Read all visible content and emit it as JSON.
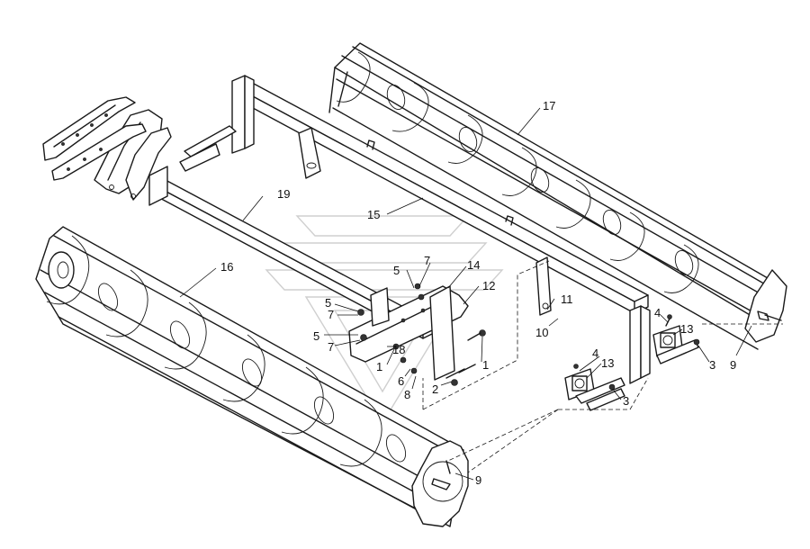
{
  "labels": [
    {
      "id": "p1a",
      "text": "1"
    },
    {
      "id": "p1b",
      "text": "1"
    },
    {
      "id": "p2",
      "text": "2"
    },
    {
      "id": "p3a",
      "text": "3"
    },
    {
      "id": "p3b",
      "text": "3"
    },
    {
      "id": "p4a",
      "text": "4"
    },
    {
      "id": "p4b",
      "text": "4"
    },
    {
      "id": "p5a",
      "text": "5"
    },
    {
      "id": "p5b",
      "text": "5"
    },
    {
      "id": "p5c",
      "text": "5"
    },
    {
      "id": "p6",
      "text": "6"
    },
    {
      "id": "p7a",
      "text": "7"
    },
    {
      "id": "p7b",
      "text": "7"
    },
    {
      "id": "p7c",
      "text": "7"
    },
    {
      "id": "p8",
      "text": "8"
    },
    {
      "id": "p9a",
      "text": "9"
    },
    {
      "id": "p9b",
      "text": "9"
    },
    {
      "id": "p10",
      "text": "10"
    },
    {
      "id": "p11",
      "text": "11"
    },
    {
      "id": "p12",
      "text": "12"
    },
    {
      "id": "p13a",
      "text": "13"
    },
    {
      "id": "p13b",
      "text": "13"
    },
    {
      "id": "p14",
      "text": "14"
    },
    {
      "id": "p15",
      "text": "15"
    },
    {
      "id": "p16",
      "text": "16"
    },
    {
      "id": "p17",
      "text": "17"
    },
    {
      "id": "p18",
      "text": "18"
    },
    {
      "id": "p19",
      "text": "19"
    }
  ]
}
